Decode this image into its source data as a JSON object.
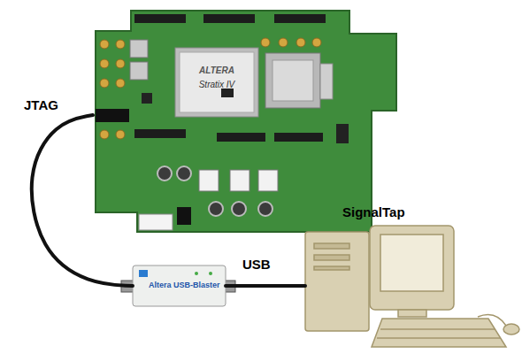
{
  "diagram": {
    "nodes": [
      {
        "text": [
          "ALTERA",
          "Stratix IV"
        ]
      },
      {
        "text": [
          "Altera USB-Blaster"
        ]
      },
      {
        "text": [
          "SignalTap"
        ]
      }
    ],
    "edges": [
      {
        "from": 0,
        "to": 1,
        "label": "JTAG",
        "arrow": "none"
      },
      {
        "from": 1,
        "to": 2,
        "label": "USB",
        "arrow": "none"
      }
    ]
  }
}
